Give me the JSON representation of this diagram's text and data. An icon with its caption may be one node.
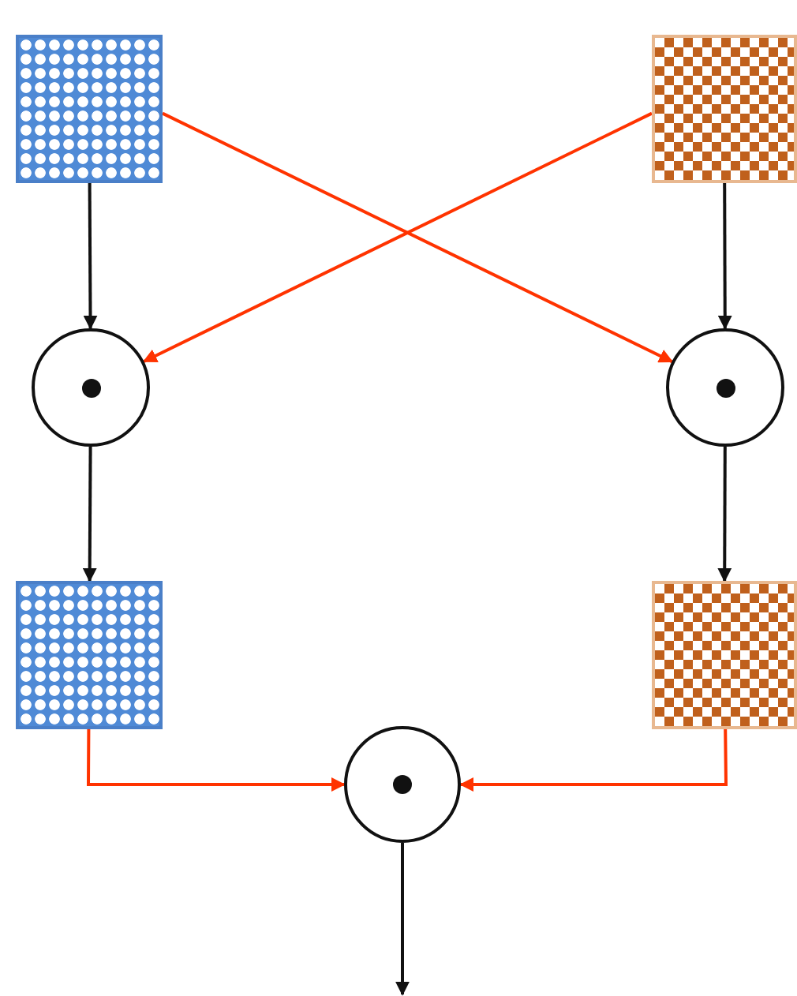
{
  "diagram": {
    "nodes": [
      {
        "text": [],
        "shape": "box"
      },
      {
        "text": [],
        "shape": "box"
      },
      {
        "text": [],
        "shape": "circle"
      },
      {
        "text": [],
        "shape": "circle"
      },
      {
        "text": [],
        "shape": "box"
      },
      {
        "text": [],
        "shape": "box"
      },
      {
        "text": [],
        "shape": "circle"
      }
    ],
    "edges": [
      {
        "from": 0,
        "to": 2,
        "arrow": "to"
      },
      {
        "from": 1,
        "to": 3,
        "arrow": "to"
      },
      {
        "from": 0,
        "to": 3,
        "arrow": "to",
        "color": "#ff3300"
      },
      {
        "from": 1,
        "to": 2,
        "arrow": "to",
        "color": "#ff3300"
      },
      {
        "from": 2,
        "to": 4,
        "arrow": "to"
      },
      {
        "from": 3,
        "to": 5,
        "arrow": "to"
      },
      {
        "from": 4,
        "to": 6,
        "arrow": "to",
        "color": "#ff3300"
      },
      {
        "from": 5,
        "to": 6,
        "arrow": "to",
        "color": "#ff3300"
      },
      {
        "from": 6,
        "to": null,
        "arrow": "to"
      }
    ]
  }
}
